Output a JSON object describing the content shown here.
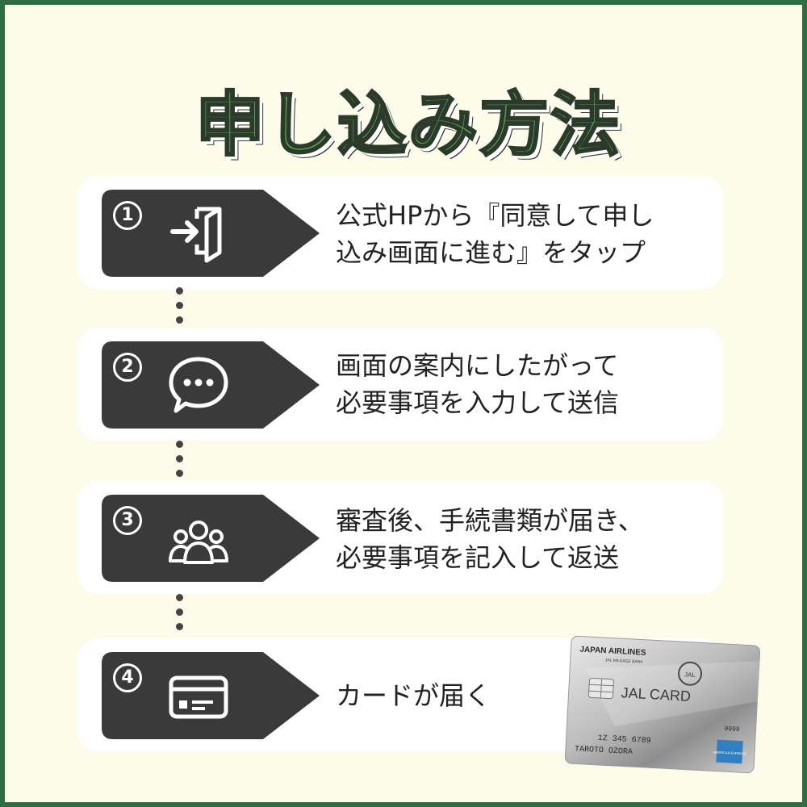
{
  "title": "申し込み方法",
  "steps": [
    {
      "number": "1",
      "icon": "login-door-icon",
      "text": "公式HPから『同意して申し\n込み画面に進む』をタップ"
    },
    {
      "number": "2",
      "icon": "chat-bubble-icon",
      "text": "画面の案内にしたがって\n必要事項を入力して送信"
    },
    {
      "number": "3",
      "icon": "people-group-icon",
      "text": "審査後、手続書類が届き、\n必要事項を記入して返送"
    },
    {
      "number": "4",
      "icon": "credit-card-icon",
      "text": "カードが届く"
    }
  ],
  "card": {
    "airline": "JAPAN AIRLINES",
    "subtitle": "JAL MILEAGE BANK",
    "name": "JAL CARD",
    "number_partial": "1Z 345 6789",
    "holder": "TAROTO OZORA",
    "small_digits": "9999",
    "jal_mark": "JAL",
    "amex_label": "AMERICAN EXPRESS"
  },
  "colors": {
    "frame": "#2f6e45",
    "background": "#fdfbea",
    "title_green": "#5aa351",
    "badge": "#3a3a3a"
  }
}
